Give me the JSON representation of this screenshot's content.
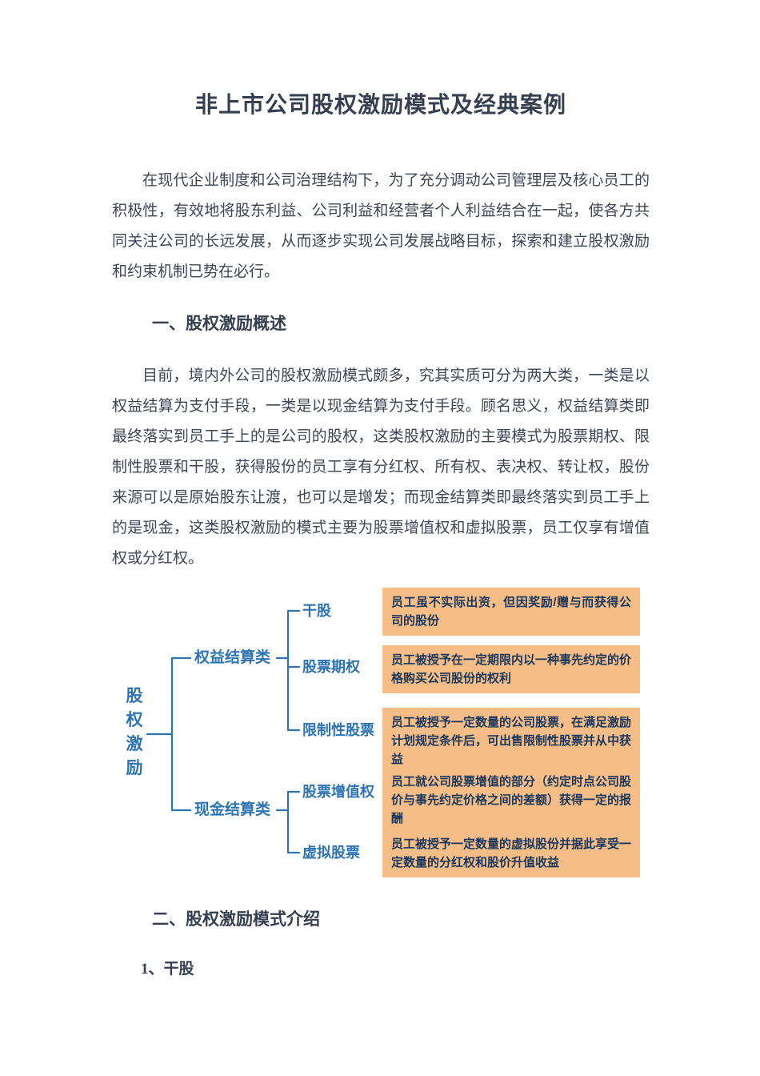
{
  "document": {
    "title": "非上市公司股权激励模式及经典案例",
    "intro": "在现代企业制度和公司治理结构下，为了充分调动公司管理层及核心员工的积极性，有效地将股东利益、公司利益和经营者个人利益结合在一起，使各方共同关注公司的长远发展，从而逐步实现公司发展战略目标，探索和建立股权激励和约束机制已势在必行。",
    "section1": {
      "heading": "一、股权激励概述",
      "body": "目前，境内外公司的股权激励模式颇多，究其实质可分为两大类，一类是以权益结算为支付手段，一类是以现金结算为支付手段。顾名思义，权益结算类即最终落实到员工手上的是公司的股权，这类股权激励的主要模式为股票期权、限制性股票和干股，获得股份的员工享有分红权、所有权、表决权、转让权，股份来源可以是原始股东让渡，也可以是增发；而现金结算类即最终落实到员工手上的是现金，这类股权激励的模式主要为股票增值权和虚拟股票，员工仅享有增值权或分红权。"
    },
    "section2": {
      "heading": "二、股权激励模式介绍",
      "sub1": "1、干股"
    }
  },
  "diagram": {
    "root": "股权激励",
    "branches": [
      {
        "label": "权益结算类",
        "leaves": [
          {
            "label": "干股",
            "desc": "员工虽不实际出资，但因奖励/赠与而获得公司的股份"
          },
          {
            "label": "股票期权",
            "desc": "员工被授予在一定期限内以一种事先约定的价格购买公司股份的权利"
          },
          {
            "label": "限制性股票",
            "desc": "员工被授予一定数量的公司股票，在满足激励计划规定条件后，可出售限制性股票并从中获益"
          }
        ]
      },
      {
        "label": "现金结算类",
        "leaves": [
          {
            "label": "股票增值权",
            "desc": "员工就公司股票增值的部分（约定时点公司股价与事先约定价格之间的差额）获得一定的报酬"
          },
          {
            "label": "虚拟股票",
            "desc": "员工被授予一定数量的虚拟股份并据此享受一定数量的分红权和股价升值收益"
          }
        ]
      }
    ],
    "colors": {
      "label_blue": "#2e74b5",
      "line_blue": "#2e74b5",
      "box_fill": "#f6be86",
      "box_text": "#17375e"
    }
  }
}
